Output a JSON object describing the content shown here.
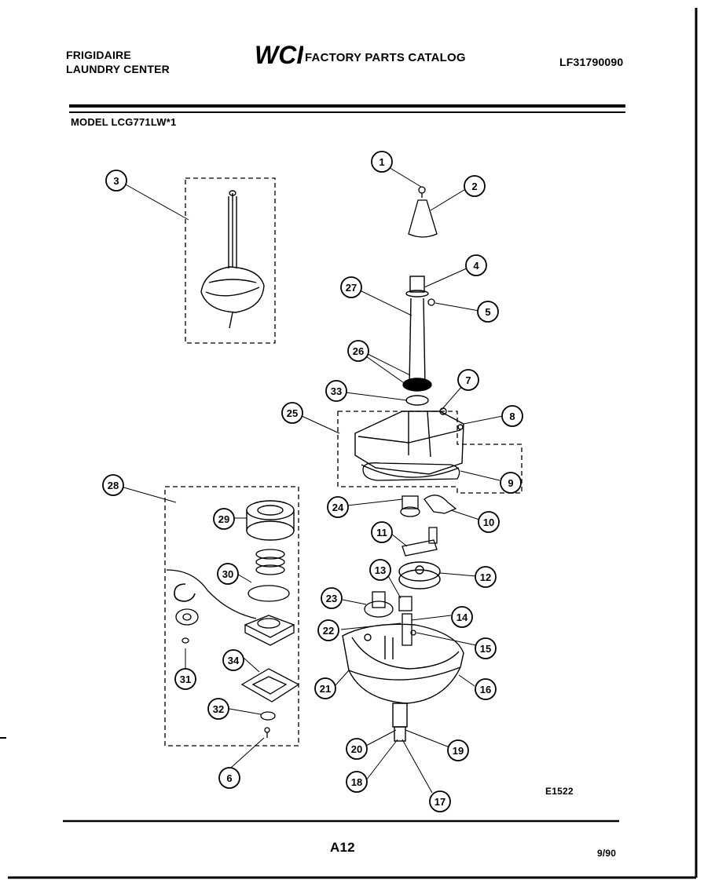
{
  "header": {
    "brand_line1": "FRIGIDAIRE",
    "brand_line2": "LAUNDRY CENTER",
    "logo_text": "WCI",
    "catalog_title": "FACTORY PARTS CATALOG",
    "doc_number": "LF31790090"
  },
  "model": "MODEL LCG771LW*1",
  "diagram": {
    "callouts": [
      {
        "num": "1"
      },
      {
        "num": "2"
      },
      {
        "num": "3"
      },
      {
        "num": "4"
      },
      {
        "num": "5"
      },
      {
        "num": "6"
      },
      {
        "num": "7"
      },
      {
        "num": "8"
      },
      {
        "num": "9"
      },
      {
        "num": "10"
      },
      {
        "num": "11"
      },
      {
        "num": "12"
      },
      {
        "num": "13"
      },
      {
        "num": "14"
      },
      {
        "num": "15"
      },
      {
        "num": "16"
      },
      {
        "num": "17"
      },
      {
        "num": "18"
      },
      {
        "num": "19"
      },
      {
        "num": "20"
      },
      {
        "num": "21"
      },
      {
        "num": "22"
      },
      {
        "num": "23"
      },
      {
        "num": "24"
      },
      {
        "num": "25"
      },
      {
        "num": "26"
      },
      {
        "num": "27"
      },
      {
        "num": "28"
      },
      {
        "num": "29"
      },
      {
        "num": "30"
      },
      {
        "num": "31"
      },
      {
        "num": "32"
      },
      {
        "num": "33"
      },
      {
        "num": "34"
      }
    ],
    "diagram_code": "E1522"
  },
  "footer": {
    "page": "A12",
    "date": "9/90"
  }
}
